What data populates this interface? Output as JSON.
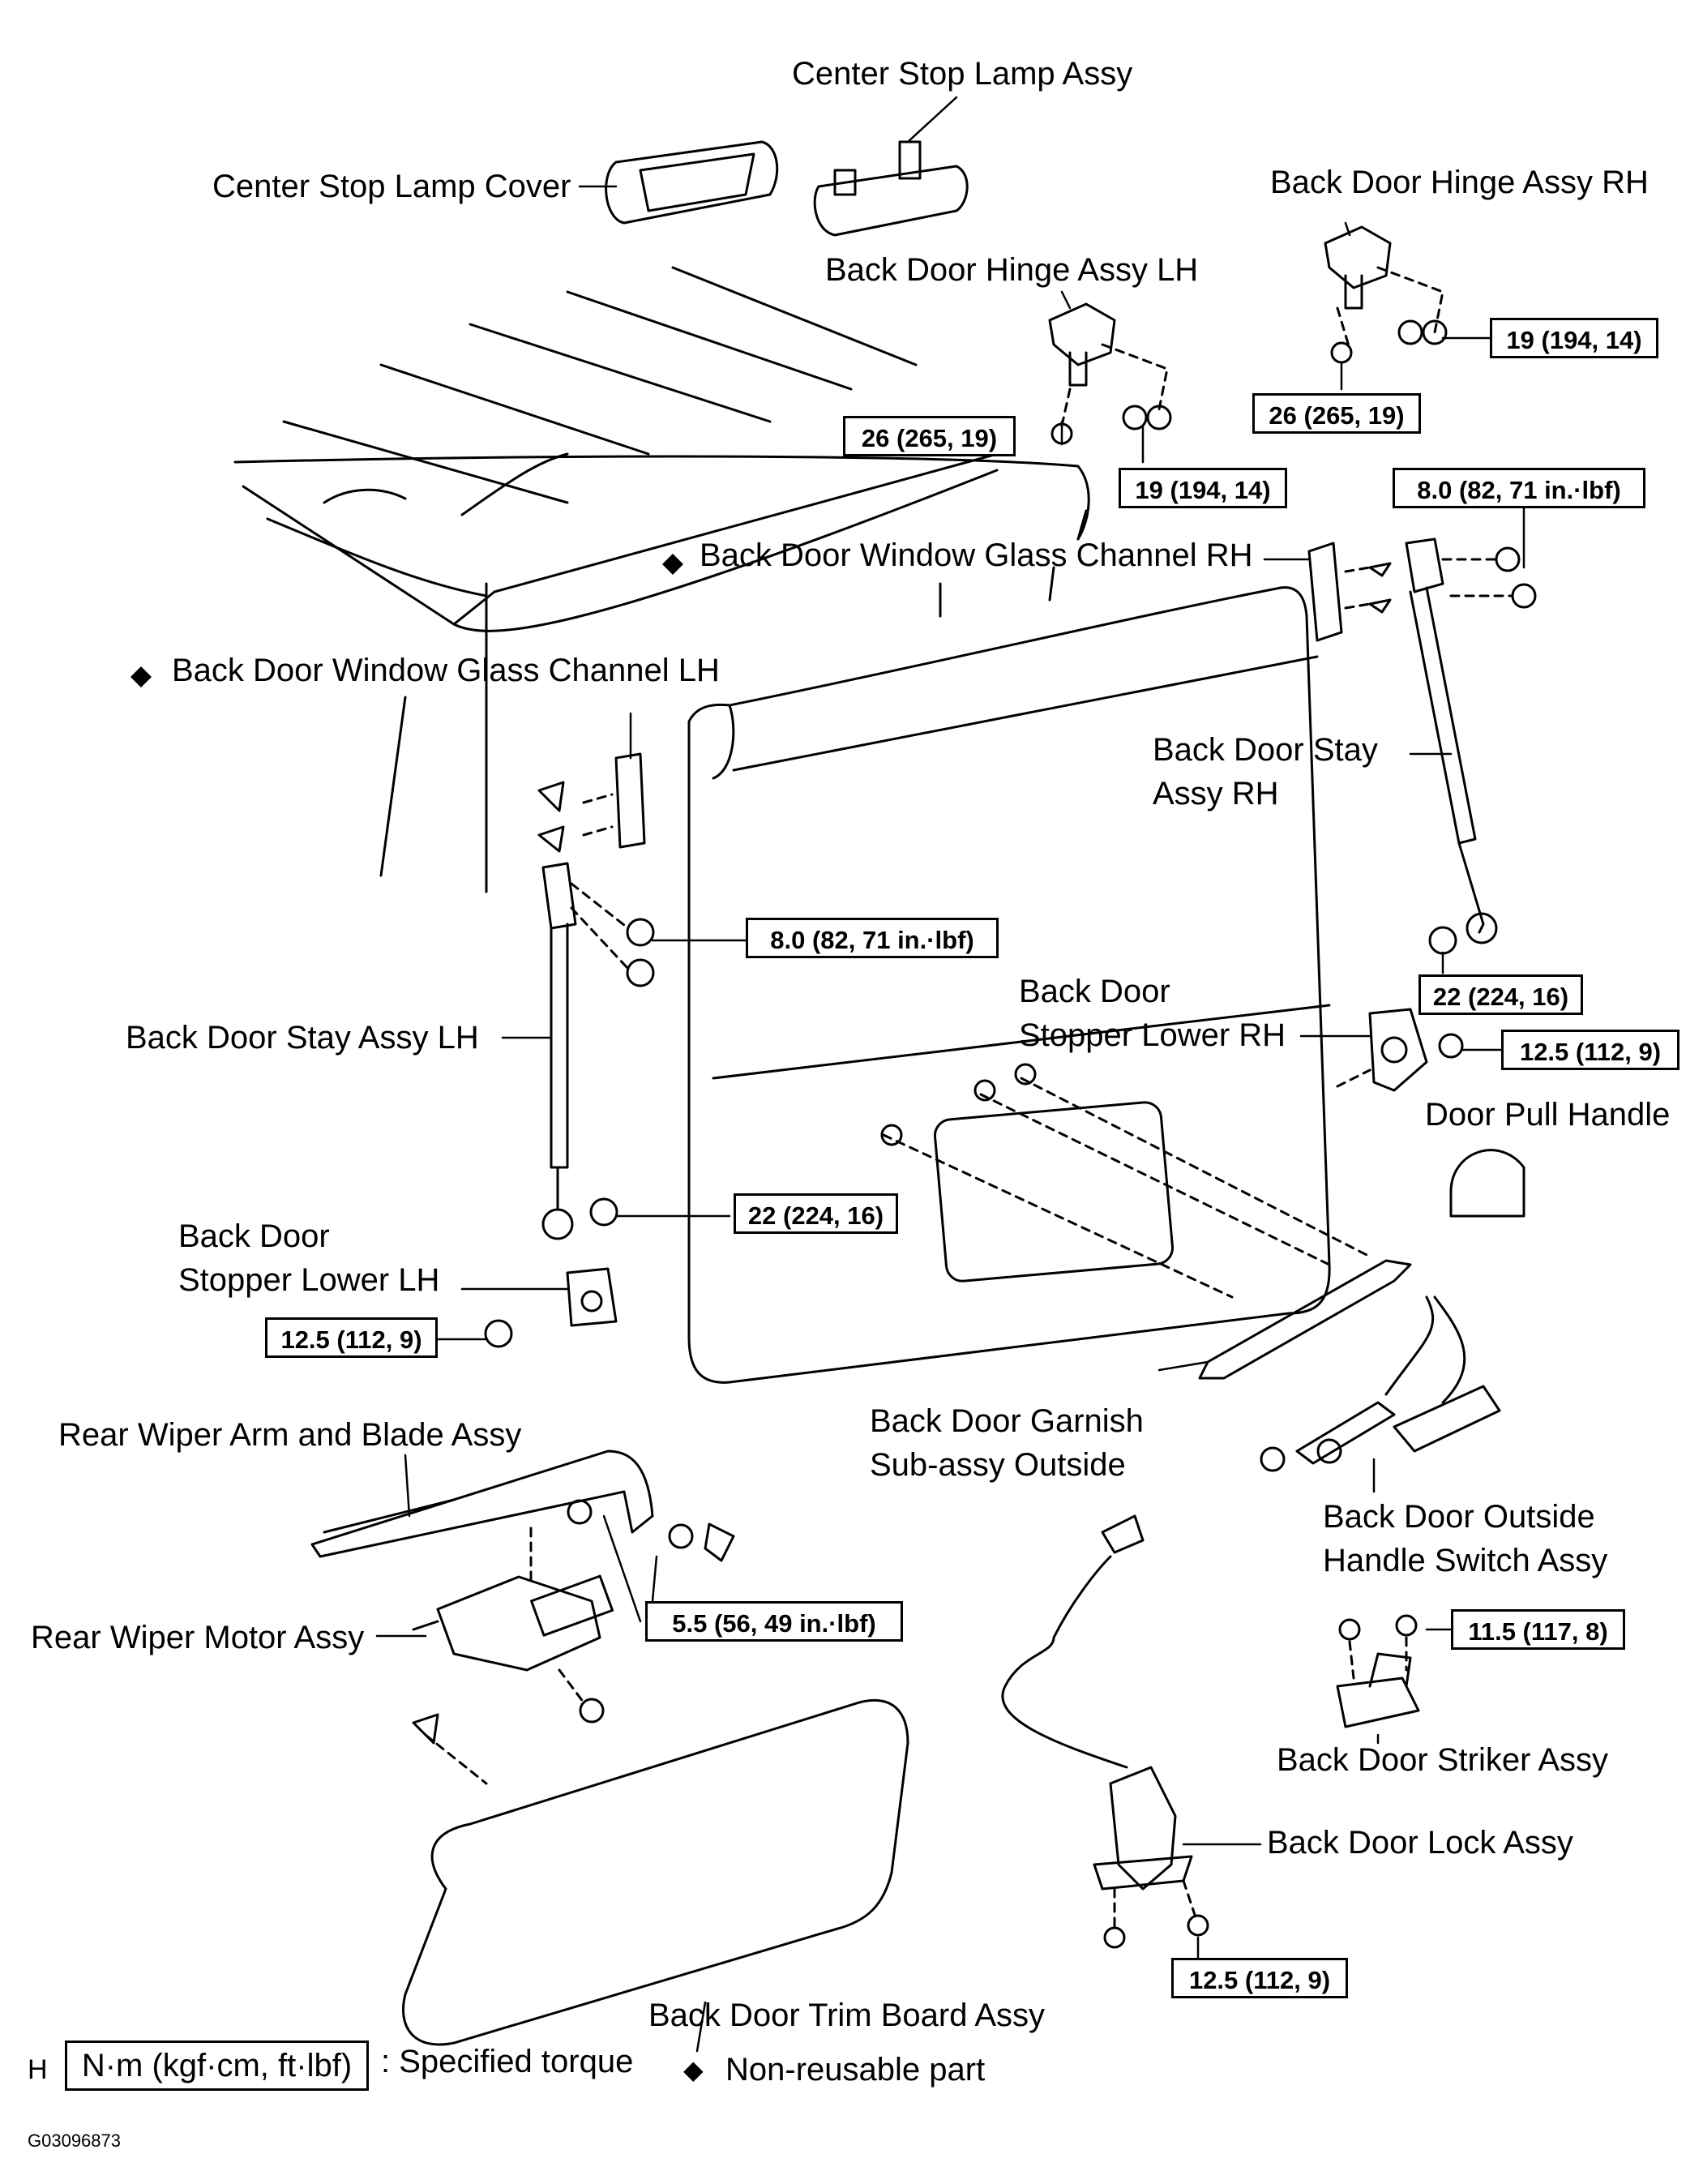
{
  "parts": {
    "center_stop_lamp_assy": "Center Stop Lamp Assy",
    "center_stop_lamp_cover": "Center Stop Lamp Cover",
    "back_door_hinge_assy_rh": "Back Door Hinge Assy RH",
    "back_door_hinge_assy_lh": "Back Door Hinge Assy LH",
    "window_glass_channel_rh": "Back Door Window Glass Channel RH",
    "window_glass_channel_lh": "Back Door Window Glass Channel LH",
    "stay_assy_rh": [
      "Back Door Stay",
      "Assy RH"
    ],
    "stay_assy_lh": "Back Door Stay Assy LH",
    "stopper_lower_rh": [
      "Back Door",
      "Stopper Lower RH"
    ],
    "door_pull_handle": "Door Pull Handle",
    "stopper_lower_lh": [
      "Back Door",
      "Stopper Lower LH"
    ],
    "rear_wiper_arm": "Rear Wiper Arm and Blade Assy",
    "garnish": [
      "Back Door Garnish",
      "Sub-assy  Outside"
    ],
    "outside_handle_switch": [
      "Back Door Outside",
      "Handle Switch Assy"
    ],
    "rear_wiper_motor": "Rear Wiper Motor Assy",
    "striker_assy": "Back Door Striker Assy",
    "lock_assy": "Back Door Lock Assy",
    "trim_board": "Back Door Trim Board Assy"
  },
  "torques": {
    "hinge_rh_bolt": "19 (194, 14)",
    "hinge_rh_nut": "26 (265, 19)",
    "hinge_lh_nut": "26 (265, 19)",
    "hinge_lh_bolt": "19 (194, 14)",
    "stay_rh_top": "8.0 (82, 71 in.·lbf)",
    "stay_lh_top": "8.0 (82, 71 in.·lbf)",
    "stay_rh_bottom": "22 (224, 16)",
    "stopper_rh": "12.5 (112, 9)",
    "stay_lh_bottom": "22 (224, 16)",
    "stopper_lh": "12.5 (112, 9)",
    "wiper_arm_nut": "5.5 (56, 49 in.·lbf)",
    "striker": "11.5 (117, 8)",
    "lock": "12.5 (112, 9)"
  },
  "legend": {
    "symbol": "H",
    "unit_box": "N·m (kgf·cm, ft·lbf)",
    "unit_text": ": Specified torque",
    "diamond": "◆",
    "nonreusable": "Non-reusable part"
  },
  "figure_code": "G03096873"
}
